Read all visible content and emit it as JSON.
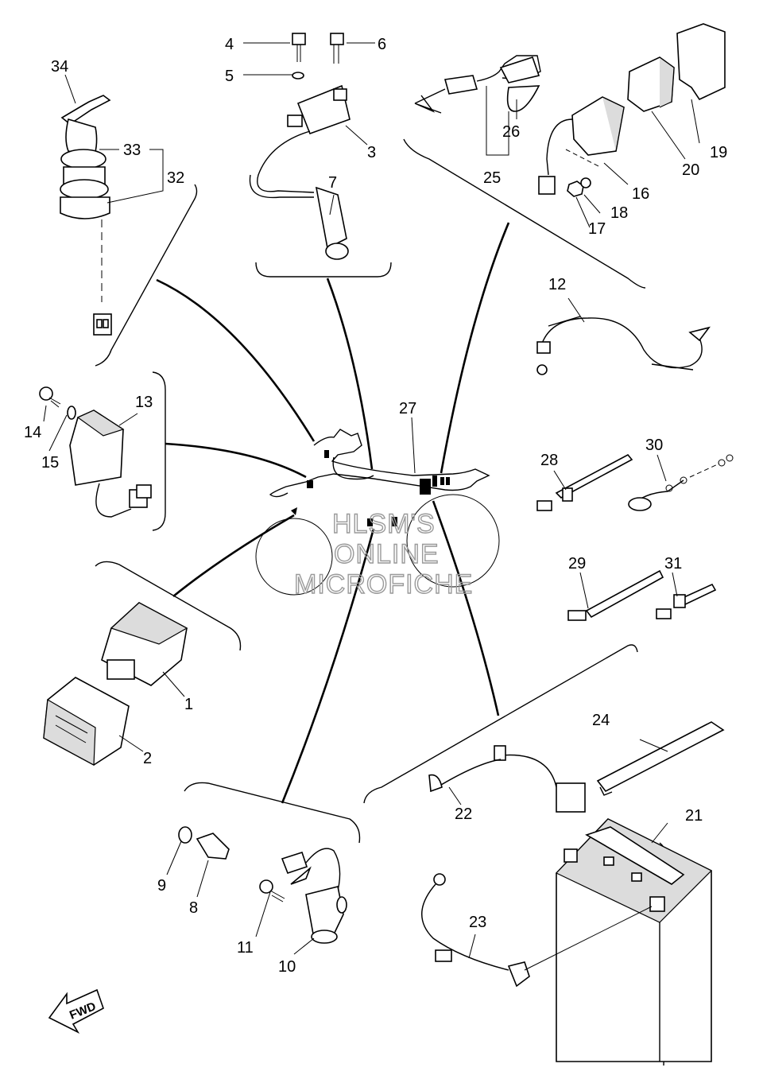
{
  "watermark": {
    "line1": "HLSM'S",
    "line2": "ONLINE",
    "line3": "MICROFICHE"
  },
  "direction_arrow": {
    "label": "FWD"
  },
  "callouts": {
    "c1": "1",
    "c2": "2",
    "c3": "3",
    "c4": "4",
    "c5": "5",
    "c6": "6",
    "c7": "7",
    "c8": "8",
    "c9": "9",
    "c10": "10",
    "c11": "11",
    "c12": "12",
    "c13": "13",
    "c14": "14",
    "c15": "15",
    "c16": "16",
    "c17": "17",
    "c18": "18",
    "c19": "19",
    "c20": "20",
    "c21": "21",
    "c22": "22",
    "c23": "23",
    "c24": "24",
    "c25": "25",
    "c26": "26",
    "c27": "27",
    "c28": "28",
    "c29": "29",
    "c30": "30",
    "c31": "31",
    "c32": "32",
    "c33": "33",
    "c34": "34"
  }
}
